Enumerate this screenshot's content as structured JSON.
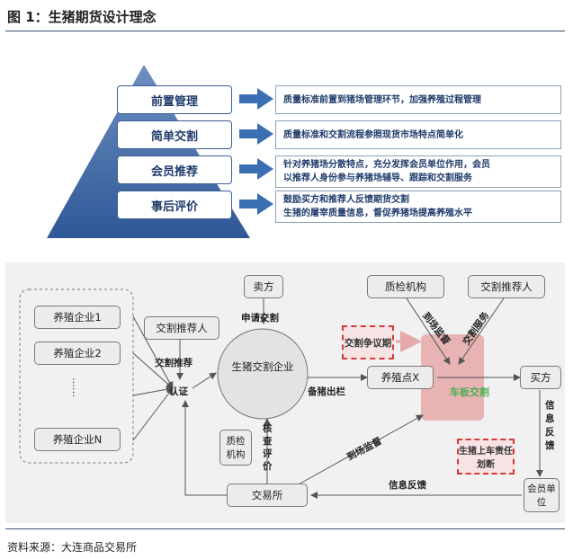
{
  "figure": {
    "title": "图 1：生猪期货设计理念"
  },
  "pyramid": {
    "levels": [
      {
        "label": "前置管理",
        "desc": [
          "质量标准前置到猪场管理环节，加强养殖过程管理"
        ]
      },
      {
        "label": "简单交割",
        "desc": [
          "质量标准和交割流程参照现货市场特点简单化"
        ]
      },
      {
        "label": "会员推荐",
        "desc": [
          "针对养猪场分散特点，充分发挥会员单位作用，会员",
          "以推荐人身份参与养猪场辅导、跟踪和交割服务"
        ]
      },
      {
        "label": "事后评价",
        "desc": [
          "鼓励买方和推荐人反馈期货交割",
          "生猪的屠宰质量信息，督促养猪场提高养殖水平"
        ]
      }
    ]
  },
  "flow": {
    "farms": [
      "养殖企业1",
      "养殖企业2",
      "……",
      "养殖企业N"
    ],
    "delivery_recommender": "交割推荐人",
    "recommend_label": "交割推荐",
    "certify_label": "认证",
    "enterprise": "生猪交割企业",
    "seller": "卖方",
    "apply_label": "申请交割",
    "quality_inspector_left": "质检机构",
    "verify_label": "核查评价",
    "exchange": "交易所",
    "stock_out_label": "备猪出栏",
    "delivery_point": "养殖点X",
    "vehicle_delivery": "车板交割",
    "quality_inspector_top": "质检机构",
    "delivery_recommender_top": "交割推荐人",
    "onsite_supervise_top": "到场监督",
    "delivery_service": "交割服务",
    "dispute_box": "交割争议期",
    "responsibility_box": "生猪上车责任划断",
    "buyer": "买方",
    "feedback_right": "信息反馈",
    "member_unit": "会员单位",
    "feedback_bottom": "信息反馈",
    "onsite_supervise_bottom": "到场监督"
  },
  "source": "资料来源：大连商品交易所"
}
